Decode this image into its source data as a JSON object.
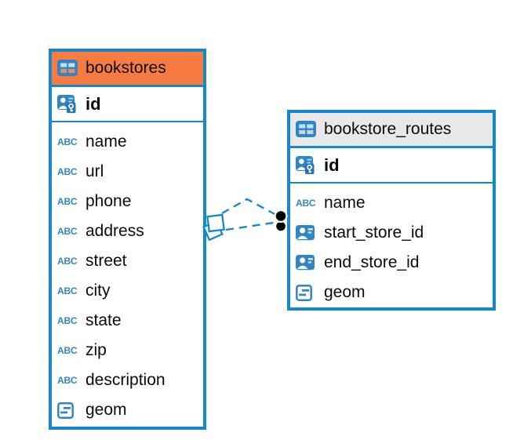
{
  "colors": {
    "accent_blue": "#1389CA",
    "icon_blue": "#2F86C6",
    "header_orange": "#F87B41",
    "header_gray": "#E8E8E8",
    "text_black": "#0b0b0b",
    "connector_marker_black": "#000000"
  },
  "labels": {
    "text_icon": "ABC"
  },
  "tables": [
    {
      "name": "bookstores",
      "header_style": "orange",
      "columns": [
        {
          "name": "id",
          "icon": "primary-key"
        },
        {
          "name": "name",
          "icon": "text"
        },
        {
          "name": "url",
          "icon": "text"
        },
        {
          "name": "phone",
          "icon": "text"
        },
        {
          "name": "address",
          "icon": "text"
        },
        {
          "name": "street",
          "icon": "text"
        },
        {
          "name": "city",
          "icon": "text"
        },
        {
          "name": "state",
          "icon": "text"
        },
        {
          "name": "zip",
          "icon": "text"
        },
        {
          "name": "description",
          "icon": "text"
        },
        {
          "name": "geom",
          "icon": "geometry"
        }
      ]
    },
    {
      "name": "bookstore_routes",
      "header_style": "gray",
      "columns": [
        {
          "name": "id",
          "icon": "primary-key"
        },
        {
          "name": "name",
          "icon": "text"
        },
        {
          "name": "start_store_id",
          "icon": "reference"
        },
        {
          "name": "end_store_id",
          "icon": "reference"
        },
        {
          "name": "geom",
          "icon": "geometry"
        }
      ]
    }
  ],
  "connections": [
    {
      "from_table": "bookstores",
      "to_table": "bookstore_routes",
      "line_style": "dashed",
      "from_marker": "stacked-squares",
      "to_marker": "black-dot"
    },
    {
      "from_table": "bookstores",
      "to_table": "bookstore_routes",
      "line_style": "dashed",
      "from_marker": "stacked-squares",
      "to_marker": "black-dot"
    }
  ]
}
